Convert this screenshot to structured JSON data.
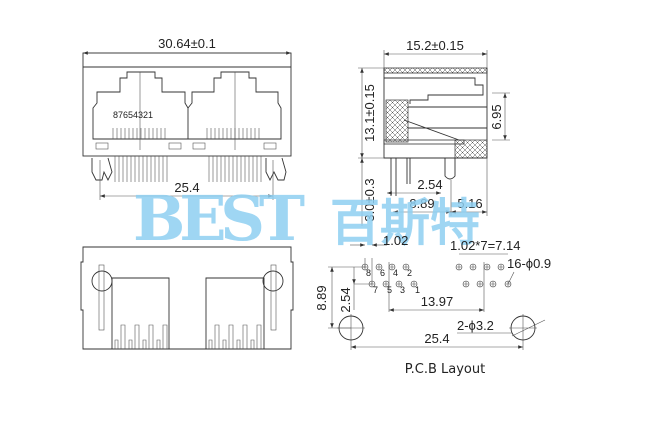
{
  "front_view": {
    "width_dim": "30.64±0.1",
    "pin_numbers": "87654321",
    "mount_pitch_dim": "25.4"
  },
  "side_view": {
    "depth_dim": "15.2±0.15",
    "height_dim": "13.1±0.15",
    "port_height_dim": "6.95",
    "pin_length_dim": "3.0±0.3",
    "pin_pitch_dim": "2.54",
    "row_offset_dim": "8.89",
    "front_offset_dim": "5.16"
  },
  "pcb_layout": {
    "pin_pitch_dim": "1.02",
    "pin_span_dim": "1.02*7=7.14",
    "pin_hole_dim": "16-ϕ0.9",
    "row_spacing_dim": "2.54",
    "hole_offset_dim": "8.89",
    "port_spacing_dim": "13.97",
    "mount_hole_dim": "2-ϕ3.2",
    "mount_pitch_dim": "25.4",
    "pin_labels": [
      "8",
      "6",
      "4",
      "2",
      "7",
      "5",
      "3",
      "1"
    ],
    "caption": "P.C.B Layout"
  },
  "watermark": {
    "latin": "BEST",
    "cjk": "百斯特"
  }
}
